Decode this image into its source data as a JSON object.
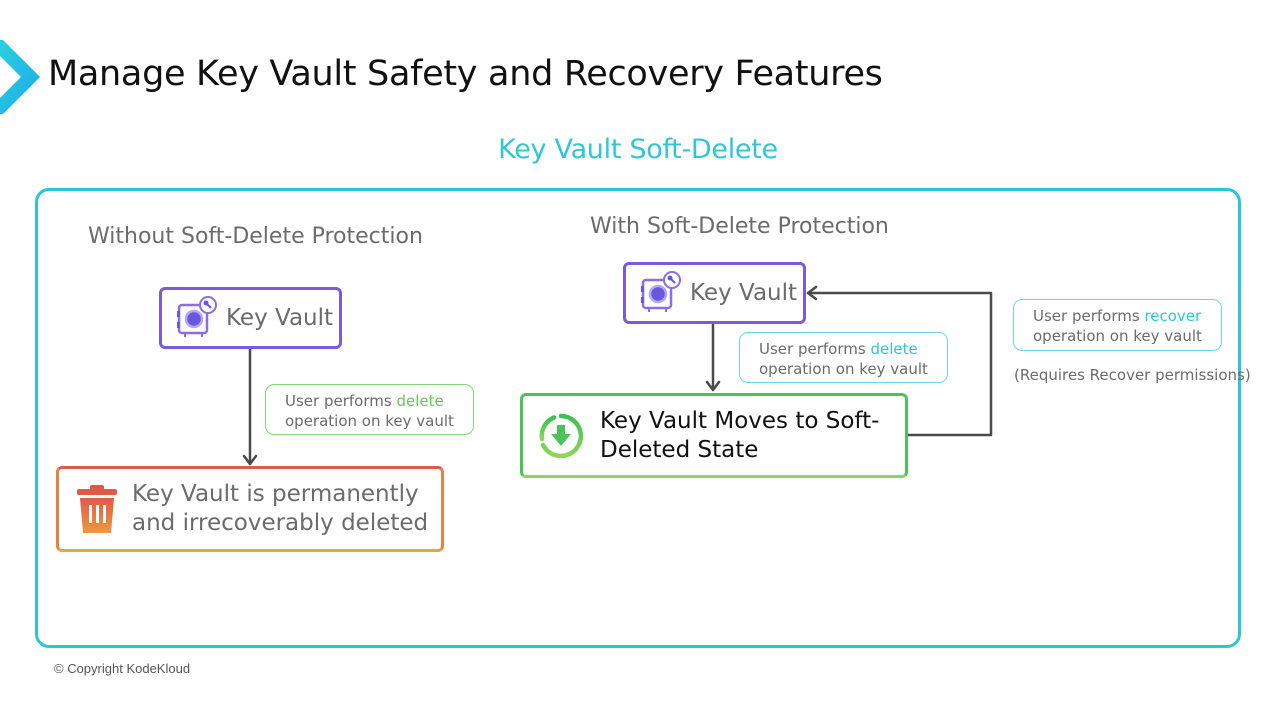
{
  "header": {
    "title": "Manage Key Vault Safety and Recovery Features",
    "accent_color": "#2bc6d6"
  },
  "diagram": {
    "title": "Key Vault Soft-Delete",
    "left": {
      "heading": "Without Soft-Delete Protection",
      "vault_label": "Key Vault",
      "note_prefix": "User performs ",
      "note_keyword": "delete",
      "note_suffix": "operation on key vault",
      "result_line1": "Key Vault is permanently",
      "result_line2": "and irrecoverably deleted",
      "result_icon": "trash-icon"
    },
    "right": {
      "heading": "With Soft-Delete Protection",
      "vault_label": "Key Vault",
      "delete_note_prefix": "User performs ",
      "delete_note_keyword": "delete",
      "delete_note_suffix": "operation on key vault",
      "state_line1": "Key Vault Moves to Soft-",
      "state_line2": "Deleted State",
      "state_icon": "download-circle-icon",
      "recover_note_prefix": "User performs ",
      "recover_note_keyword": "recover",
      "recover_note_suffix": "operation on key vault",
      "permissions_note": "(Requires Recover permissions)"
    }
  },
  "footer": {
    "copyright": "© Copyright KodeKloud"
  }
}
